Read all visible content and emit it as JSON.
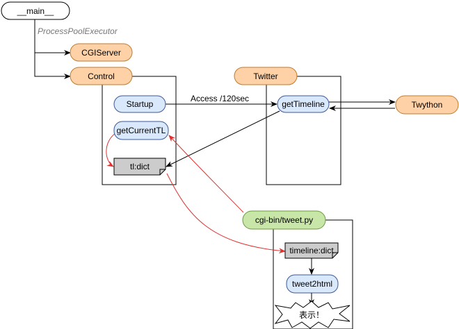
{
  "colors": {
    "orange": "#ffd1a6",
    "orange_stroke": "#c27a2c",
    "blue": "#dae8fc",
    "blue_stroke": "#3b5998",
    "green": "#c7e6a7",
    "green_stroke": "#6a9a3a",
    "note": "#cccccc",
    "red": "#e03030"
  },
  "nodes": {
    "main": "__main__",
    "pool_label": "ProcessPoolExecutor",
    "cgiserver": "CGIServer",
    "control": "Control",
    "twitter": "Twitter",
    "twython": "Twython",
    "startup": "Startup",
    "get_current_tl": "getCurrentTL",
    "tl_dict": "tl:dict",
    "get_timeline": "getTimeline",
    "tweet_py": "cgi-bin/tweet.py",
    "timeline_dict": "timeline:dict",
    "tweet2html": "tweet2html",
    "display": "表示！"
  },
  "edges": {
    "access_label": "Access /120sec"
  }
}
